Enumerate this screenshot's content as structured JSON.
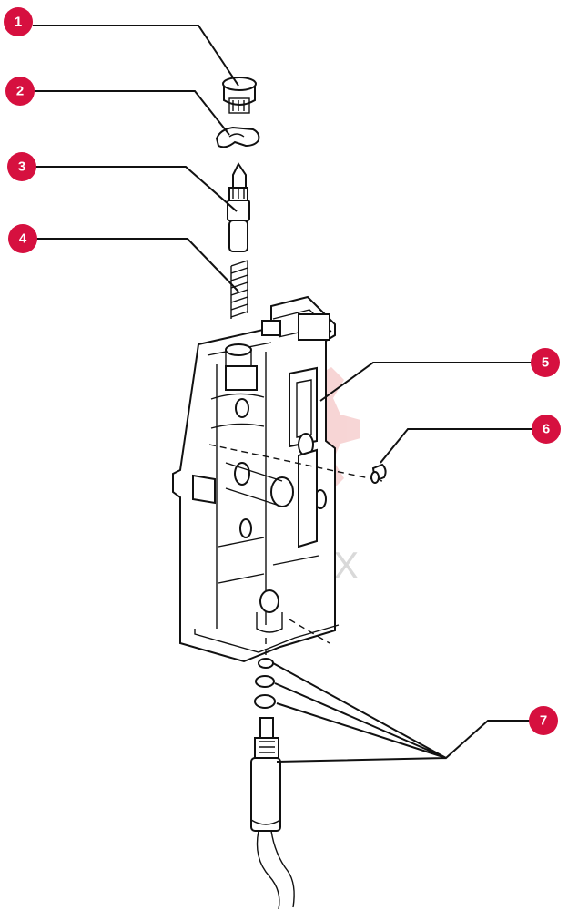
{
  "callouts": [
    {
      "label": "1"
    },
    {
      "label": "2"
    },
    {
      "label": "3"
    },
    {
      "label": "4"
    },
    {
      "label": "5"
    },
    {
      "label": "6"
    },
    {
      "label": "7"
    }
  ],
  "watermark": {
    "text": "ИНТЕХ"
  },
  "colors": {
    "callout": "#d6103f",
    "line": "#111111",
    "watermark": "#e98a8a"
  }
}
